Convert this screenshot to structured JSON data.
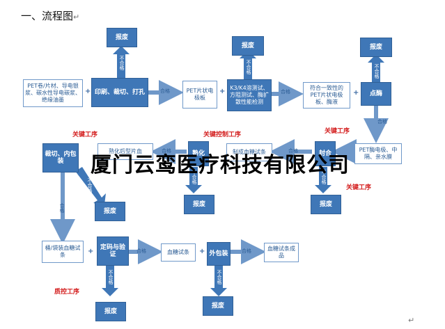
{
  "heading": "一、流程图",
  "reject": "报废",
  "qualified": "合格",
  "not_qualified": "不合格",
  "plus": "+",
  "nodes": {
    "raw_materials": "PET卷/片材、导电银浆、碳水性导电碳浆、绝缘油墨",
    "print": "印刷、裁切、打孔",
    "pet_board": "PET片状电极板",
    "test": "K3/K4溶测试、方阻测试、酶扩散性能检测",
    "enzyme_board": "符合一致性的PET片状电极板、酶液",
    "dispense": "点酶",
    "pet_tape": "PET酶电极、中隔、亲水膜",
    "cut_pack": "裁切、内包装",
    "left_mid": "熟化后型片血",
    "center_dark": "熟化",
    "center_light": "制成血糖试条",
    "right_dark": "封合",
    "bag": "桶/袋装血糖试条",
    "code_verify": "定码与验证",
    "strip1": "血糖试条",
    "outer_pack": "外包装",
    "strip_final": "血糖试条成品"
  },
  "labels": {
    "key_process": "关键工序",
    "key_control": "关键控制工序",
    "qc_process": "质控工序"
  },
  "watermark": "厦门云鸾医疗科技有限公司",
  "colors": {
    "dark_box": "#3f77b7",
    "light_border": "#6f98c9",
    "red": "#d42020"
  }
}
